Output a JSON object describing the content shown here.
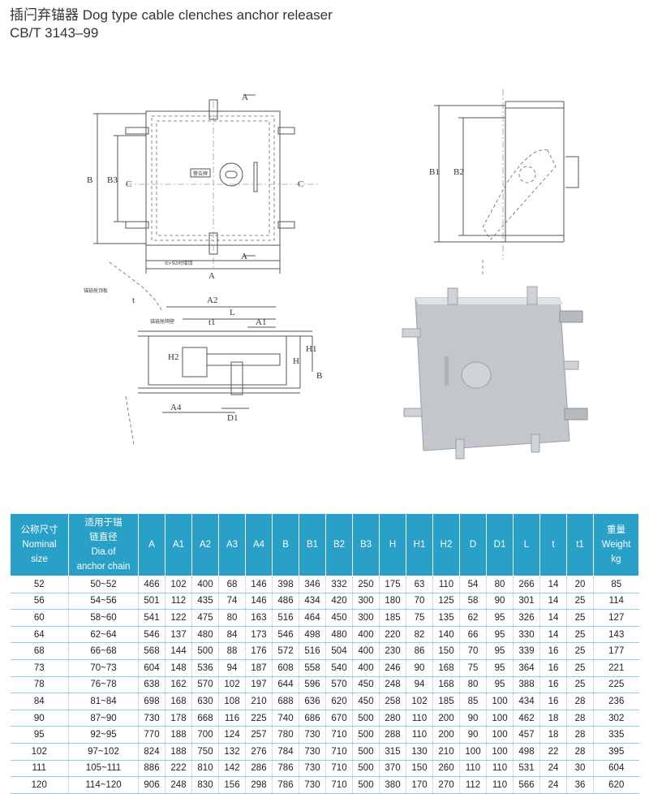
{
  "header": {
    "title": "插闩弃锚器 Dog type cable clenches anchor releaser",
    "standard": "CB/T 3143–99"
  },
  "drawing": {
    "plan_labels": {
      "B": "B",
      "B3": "B3",
      "A": "A",
      "A_top": "A",
      "A_bottom": "A",
      "C_left": "C",
      "C_right": "C",
      "plate": "警告牌",
      "note": "d>92时增加"
    },
    "section_labels": {
      "A2": "A2",
      "L": "L",
      "t": "t",
      "t1": "t1",
      "A1": "A1",
      "H": "H",
      "H1": "H1",
      "H2": "H2",
      "B": "B",
      "A4": "A4",
      "D1": "D1",
      "chain_label": "锚链舱顶板",
      "deck_label": "锚链舱隔壁"
    },
    "side_labels": {
      "B1": "B1",
      "B2": "B2"
    }
  },
  "table": {
    "headers": [
      {
        "lines": [
          "公称尺寸",
          "Nominal",
          "size"
        ]
      },
      {
        "lines": [
          "适用于锚",
          "链直径",
          "Dia.of",
          "anchor chain"
        ]
      },
      {
        "lines": [
          "A"
        ]
      },
      {
        "lines": [
          "A1"
        ]
      },
      {
        "lines": [
          "A2"
        ]
      },
      {
        "lines": [
          "A3"
        ]
      },
      {
        "lines": [
          "A4"
        ]
      },
      {
        "lines": [
          "B"
        ]
      },
      {
        "lines": [
          "B1"
        ]
      },
      {
        "lines": [
          "B2"
        ]
      },
      {
        "lines": [
          "B3"
        ]
      },
      {
        "lines": [
          "H"
        ]
      },
      {
        "lines": [
          "H1"
        ]
      },
      {
        "lines": [
          "H2"
        ]
      },
      {
        "lines": [
          "D"
        ]
      },
      {
        "lines": [
          "D1"
        ]
      },
      {
        "lines": [
          "L"
        ]
      },
      {
        "lines": [
          "t"
        ]
      },
      {
        "lines": [
          "t1"
        ]
      },
      {
        "lines": [
          "重量",
          "Weight",
          "kg"
        ]
      }
    ],
    "rows": [
      [
        "52",
        "50~52",
        "466",
        "102",
        "400",
        "68",
        "146",
        "398",
        "346",
        "332",
        "250",
        "175",
        "63",
        "110",
        "54",
        "80",
        "266",
        "14",
        "20",
        "85"
      ],
      [
        "56",
        "54~56",
        "501",
        "112",
        "435",
        "74",
        "146",
        "486",
        "434",
        "420",
        "300",
        "180",
        "70",
        "125",
        "58",
        "90",
        "301",
        "14",
        "25",
        "114"
      ],
      [
        "60",
        "58~60",
        "541",
        "122",
        "475",
        "80",
        "163",
        "516",
        "464",
        "450",
        "300",
        "185",
        "75",
        "135",
        "62",
        "95",
        "326",
        "14",
        "25",
        "127"
      ],
      [
        "64",
        "62~64",
        "546",
        "137",
        "480",
        "84",
        "173",
        "546",
        "498",
        "480",
        "400",
        "220",
        "82",
        "140",
        "66",
        "95",
        "330",
        "14",
        "25",
        "143"
      ],
      [
        "68",
        "66~68",
        "568",
        "144",
        "500",
        "88",
        "176",
        "572",
        "516",
        "504",
        "400",
        "230",
        "86",
        "150",
        "70",
        "95",
        "339",
        "16",
        "25",
        "177"
      ],
      [
        "73",
        "70~73",
        "604",
        "148",
        "536",
        "94",
        "187",
        "608",
        "558",
        "540",
        "400",
        "246",
        "90",
        "168",
        "75",
        "95",
        "364",
        "16",
        "25",
        "221"
      ],
      [
        "78",
        "76~78",
        "638",
        "162",
        "570",
        "102",
        "197",
        "644",
        "596",
        "570",
        "450",
        "248",
        "94",
        "168",
        "80",
        "95",
        "388",
        "16",
        "25",
        "225"
      ],
      [
        "84",
        "81~84",
        "698",
        "168",
        "630",
        "108",
        "210",
        "688",
        "636",
        "620",
        "450",
        "258",
        "102",
        "185",
        "85",
        "100",
        "434",
        "16",
        "28",
        "236"
      ],
      [
        "90",
        "87~90",
        "730",
        "178",
        "668",
        "116",
        "225",
        "740",
        "686",
        "670",
        "500",
        "280",
        "110",
        "200",
        "90",
        "100",
        "462",
        "18",
        "28",
        "302"
      ],
      [
        "95",
        "92~95",
        "770",
        "188",
        "700",
        "124",
        "257",
        "780",
        "730",
        "710",
        "500",
        "288",
        "110",
        "200",
        "90",
        "100",
        "457",
        "18",
        "28",
        "335"
      ],
      [
        "102",
        "97~102",
        "824",
        "188",
        "750",
        "132",
        "276",
        "784",
        "730",
        "710",
        "500",
        "315",
        "130",
        "210",
        "100",
        "100",
        "498",
        "22",
        "28",
        "395"
      ],
      [
        "111",
        "105~111",
        "886",
        "222",
        "810",
        "142",
        "286",
        "786",
        "730",
        "710",
        "500",
        "370",
        "150",
        "260",
        "110",
        "110",
        "531",
        "24",
        "30",
        "604"
      ],
      [
        "120",
        "114~120",
        "906",
        "248",
        "830",
        "156",
        "298",
        "786",
        "730",
        "710",
        "500",
        "380",
        "170",
        "270",
        "112",
        "110",
        "566",
        "24",
        "36",
        "620"
      ]
    ]
  }
}
